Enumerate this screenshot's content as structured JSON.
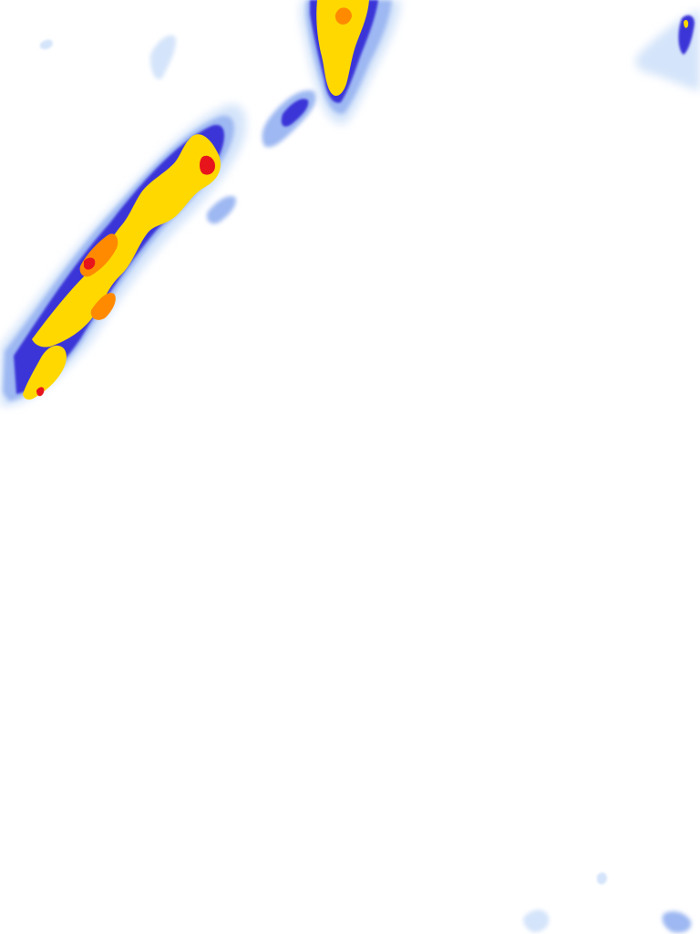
{
  "map": {
    "layer": "precipitation-radar-tile",
    "background_color": "#ffffff",
    "color_scale": [
      {
        "level": "very-light",
        "color": "#d4e4fa"
      },
      {
        "level": "light",
        "color": "#9db8f2"
      },
      {
        "level": "light-moderate",
        "color": "#5e6ee6"
      },
      {
        "level": "moderate",
        "color": "#3b34d8"
      },
      {
        "level": "heavy",
        "color": "#ffd800"
      },
      {
        "level": "very-heavy",
        "color": "#ff8a00"
      },
      {
        "level": "extreme",
        "color": "#e8141c"
      }
    ]
  }
}
